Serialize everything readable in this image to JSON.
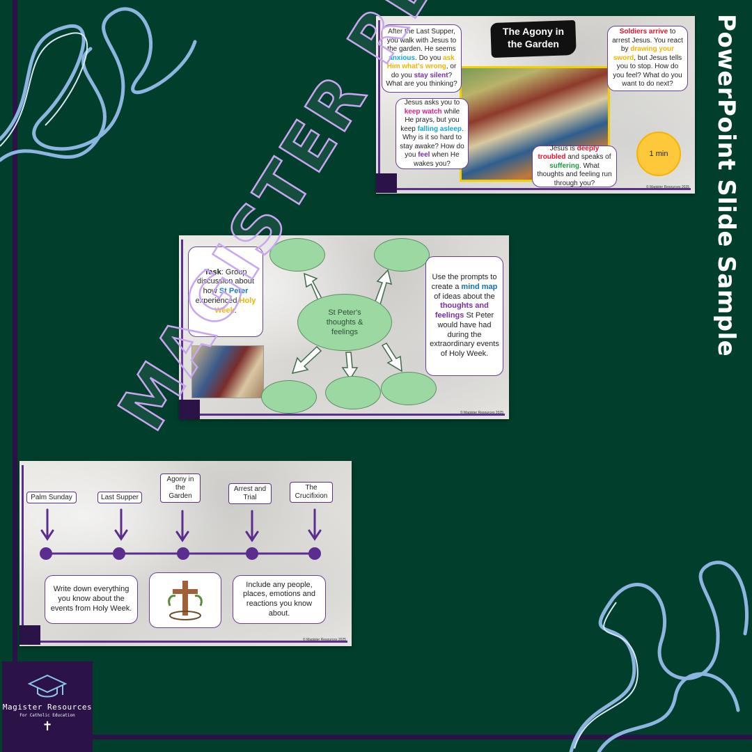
{
  "side_title": "PowerPoint Slide Sample",
  "slide1": {
    "title_line1": "The Agony in",
    "title_line2": "the Garden",
    "box_tl": {
      "t1": "After the Last Supper, you walk with Jesus to the garden. He seems ",
      "h1": "anxious",
      "t2": ". Do you ",
      "h2": "ask Him what's wrong",
      "t3": ", or do you ",
      "h3": "stay silent",
      "t4": "? What are you thinking?"
    },
    "box_tr": {
      "h1": "Soldiers arrive",
      "t1": " to arrest Jesus. You react by ",
      "h2": "drawing your sword",
      "t2": ", but Jesus tells you to stop. How do you feel? What do you want to do next?"
    },
    "box_ml": {
      "t1": "Jesus asks you to ",
      "h1": "keep watch",
      "t2": " while He prays, but you keep ",
      "h2": "falling asleep",
      "t3": ". Why is it so hard to stay awake? How do you ",
      "h3": "feel",
      "t4": " when He wakes you?"
    },
    "box_br": {
      "t1": "Jesus is ",
      "h1": "deeply troubled",
      "t2": " and speaks of ",
      "h2": "suffering",
      "t3": ". What thoughts and feeling run through you?"
    },
    "timer": "1 min",
    "copyright": "© Magister Resources 2025"
  },
  "slide2": {
    "task": {
      "h1": "Task",
      "t1": ": Group discussion about how ",
      "h2": "St Peter",
      "t2": " experienced ",
      "h3": "Holy Week",
      "t3": "."
    },
    "center": "St Peter's thoughts & feelings",
    "prompt": {
      "t1": "Use the prompts to create a ",
      "h1": "mind map",
      "t2": " of ideas about the ",
      "h2": "thoughts and feelings",
      "t3": " St Peter would have had during the extraordinary events of Holy Week."
    },
    "copyright": "© Magister Resources 2025"
  },
  "slide3": {
    "events": [
      "Palm Sunday",
      "Last Supper",
      "Agony in the Garden",
      "Arrest and Trial",
      "The Crucifixion"
    ],
    "box_left": "Write down everything you know about the events from Holy Week.",
    "box_right": "Include any people, places, emotions and reactions you know about.",
    "copyright": "© Magister Resources 2025"
  },
  "brand": {
    "name": "Magister Resources",
    "tagline": "For Catholic Education"
  },
  "watermark": "MAGISTER RESOURCES"
}
